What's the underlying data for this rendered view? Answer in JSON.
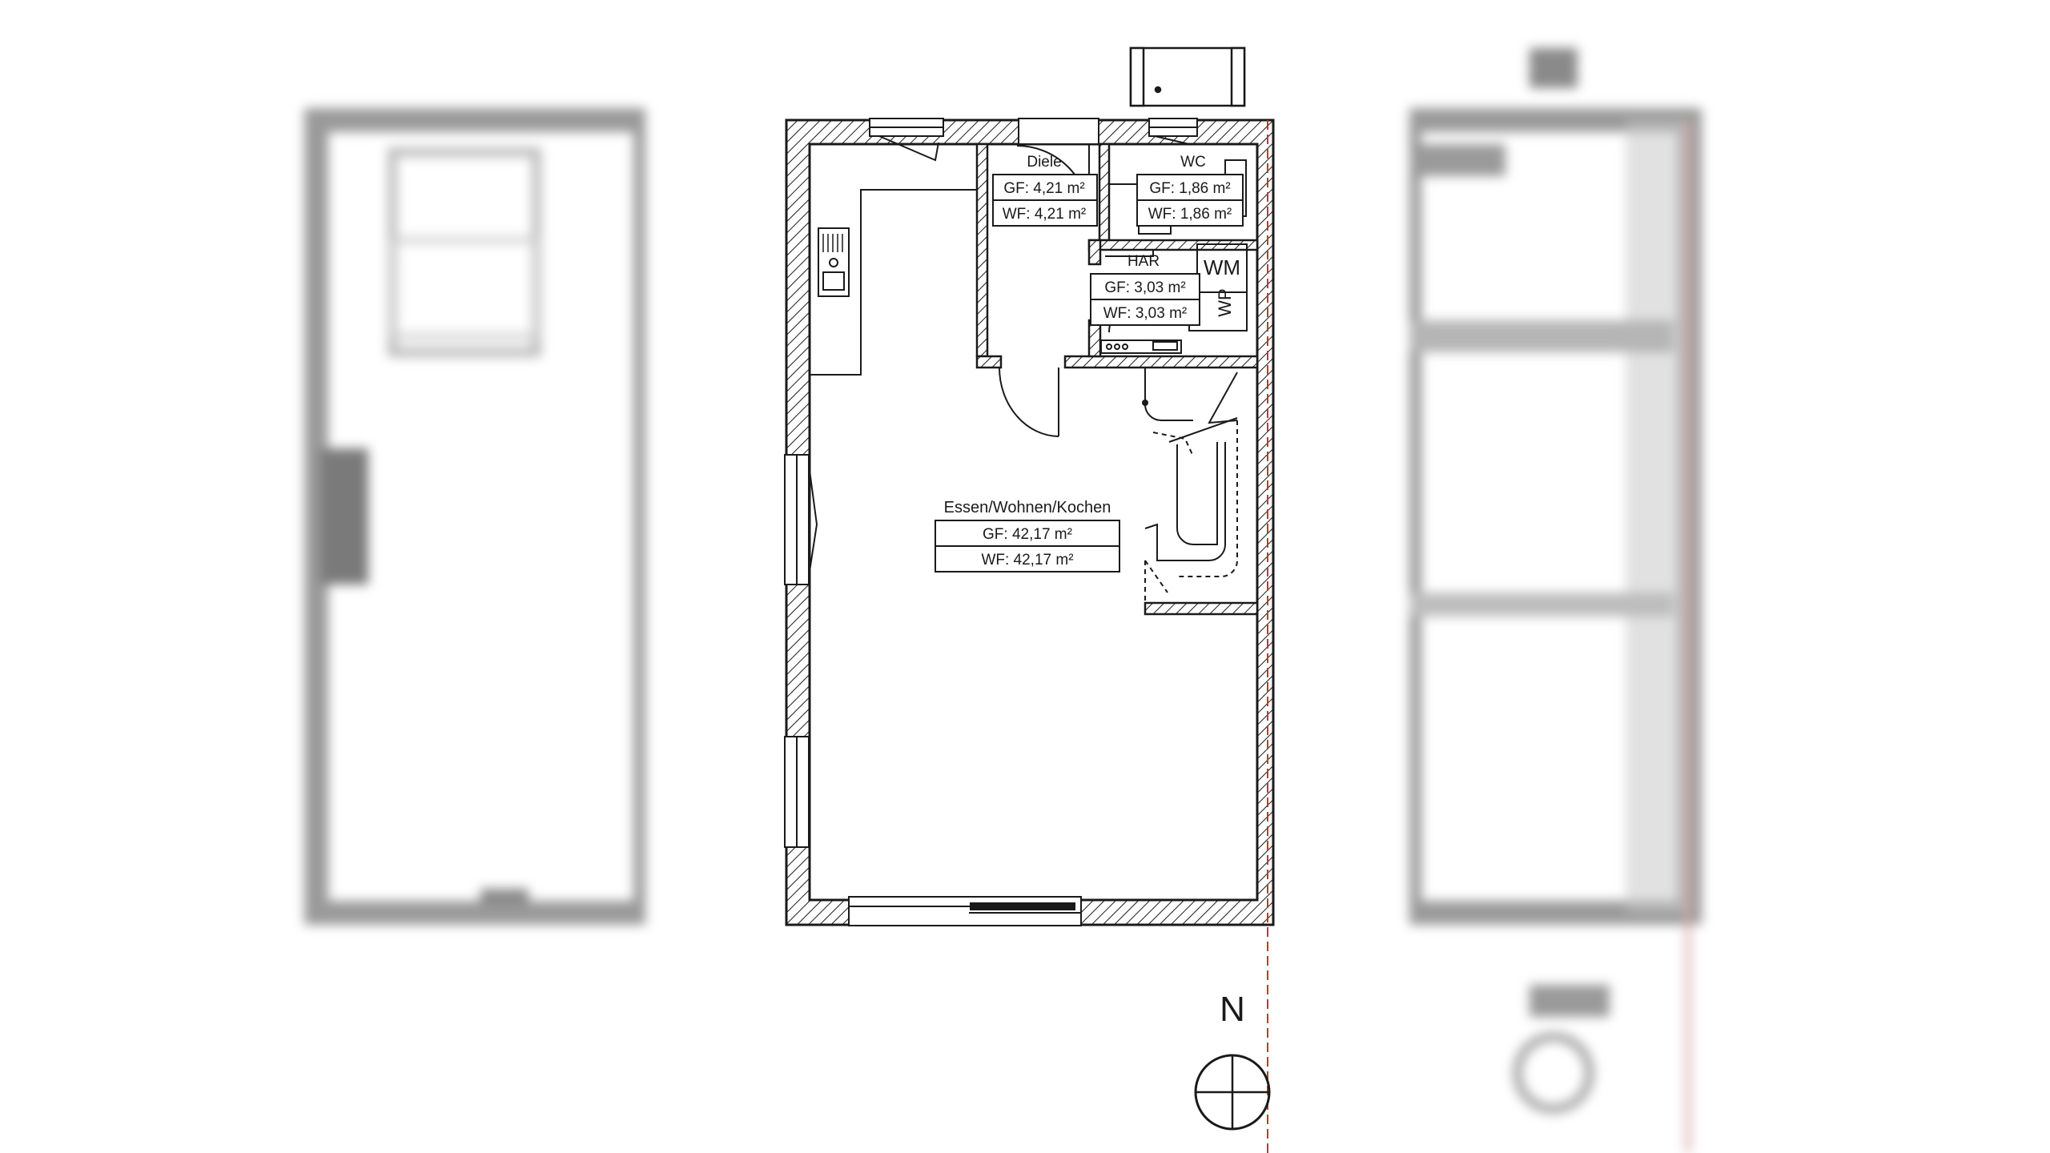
{
  "rooms": [
    {
      "name": "Diele",
      "gf": "GF: 4,21 m²",
      "wf": "WF: 4,21 m²"
    },
    {
      "name": "WC",
      "gf": "GF: 1,86 m²",
      "wf": "WF: 1,86 m²"
    },
    {
      "name": "HAR",
      "gf": "GF: 3,03 m²",
      "wf": "WF: 3,03 m²"
    },
    {
      "name": "Essen/Wohnen/Kochen",
      "gf": "GF: 42,17 m²",
      "wf": "WF: 42,17 m²"
    }
  ],
  "appliances": {
    "washing_machine": "WM",
    "heat_pump": "WP"
  },
  "compass": {
    "label": "N"
  },
  "colors": {
    "line": "#1a1a1a",
    "property_line": "#c0392b",
    "blur_gray": "#8a8a8a"
  }
}
